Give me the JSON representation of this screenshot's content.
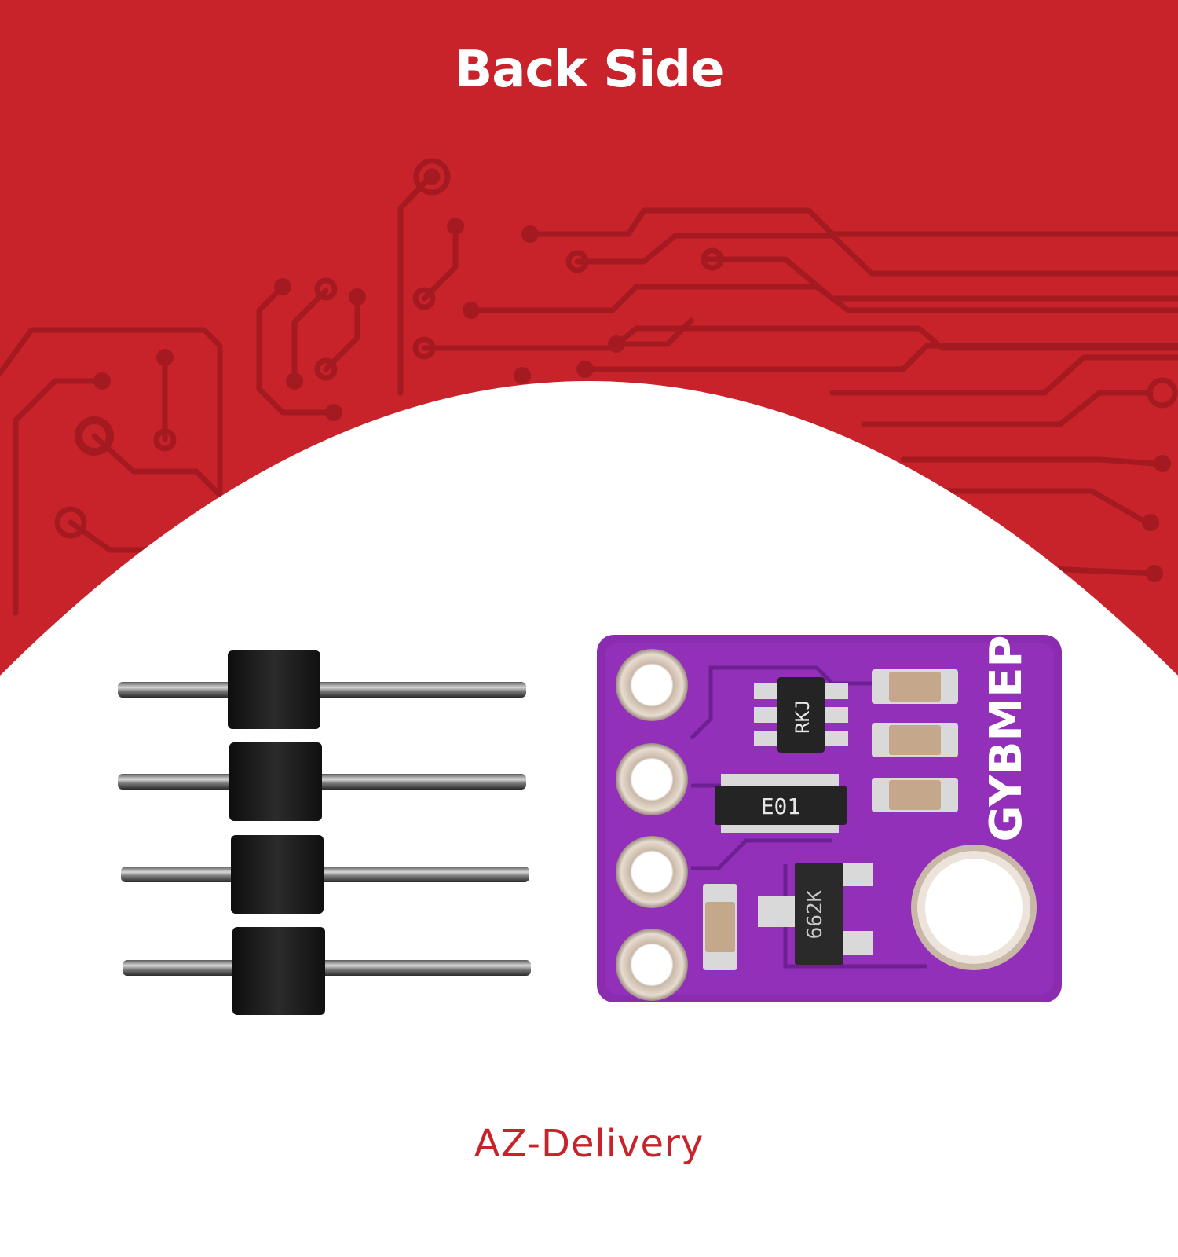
{
  "title": "Back Side",
  "brand": "AZ-Delivery",
  "board": {
    "silkscreen_name": "GYBMEP",
    "chip_marking_1": "RKJ",
    "chip_marking_2": "E01",
    "chip_marking_3": "662K"
  },
  "colors": {
    "banner_red": "#c8232a",
    "trace_red": "#a51a20",
    "pcb_purple": "#8a2bb0",
    "pcb_dark": "#6e1f91",
    "header_black": "#1c1c1c",
    "pin_metal": "#8e8e8e",
    "logo_red": "#c8232a"
  }
}
